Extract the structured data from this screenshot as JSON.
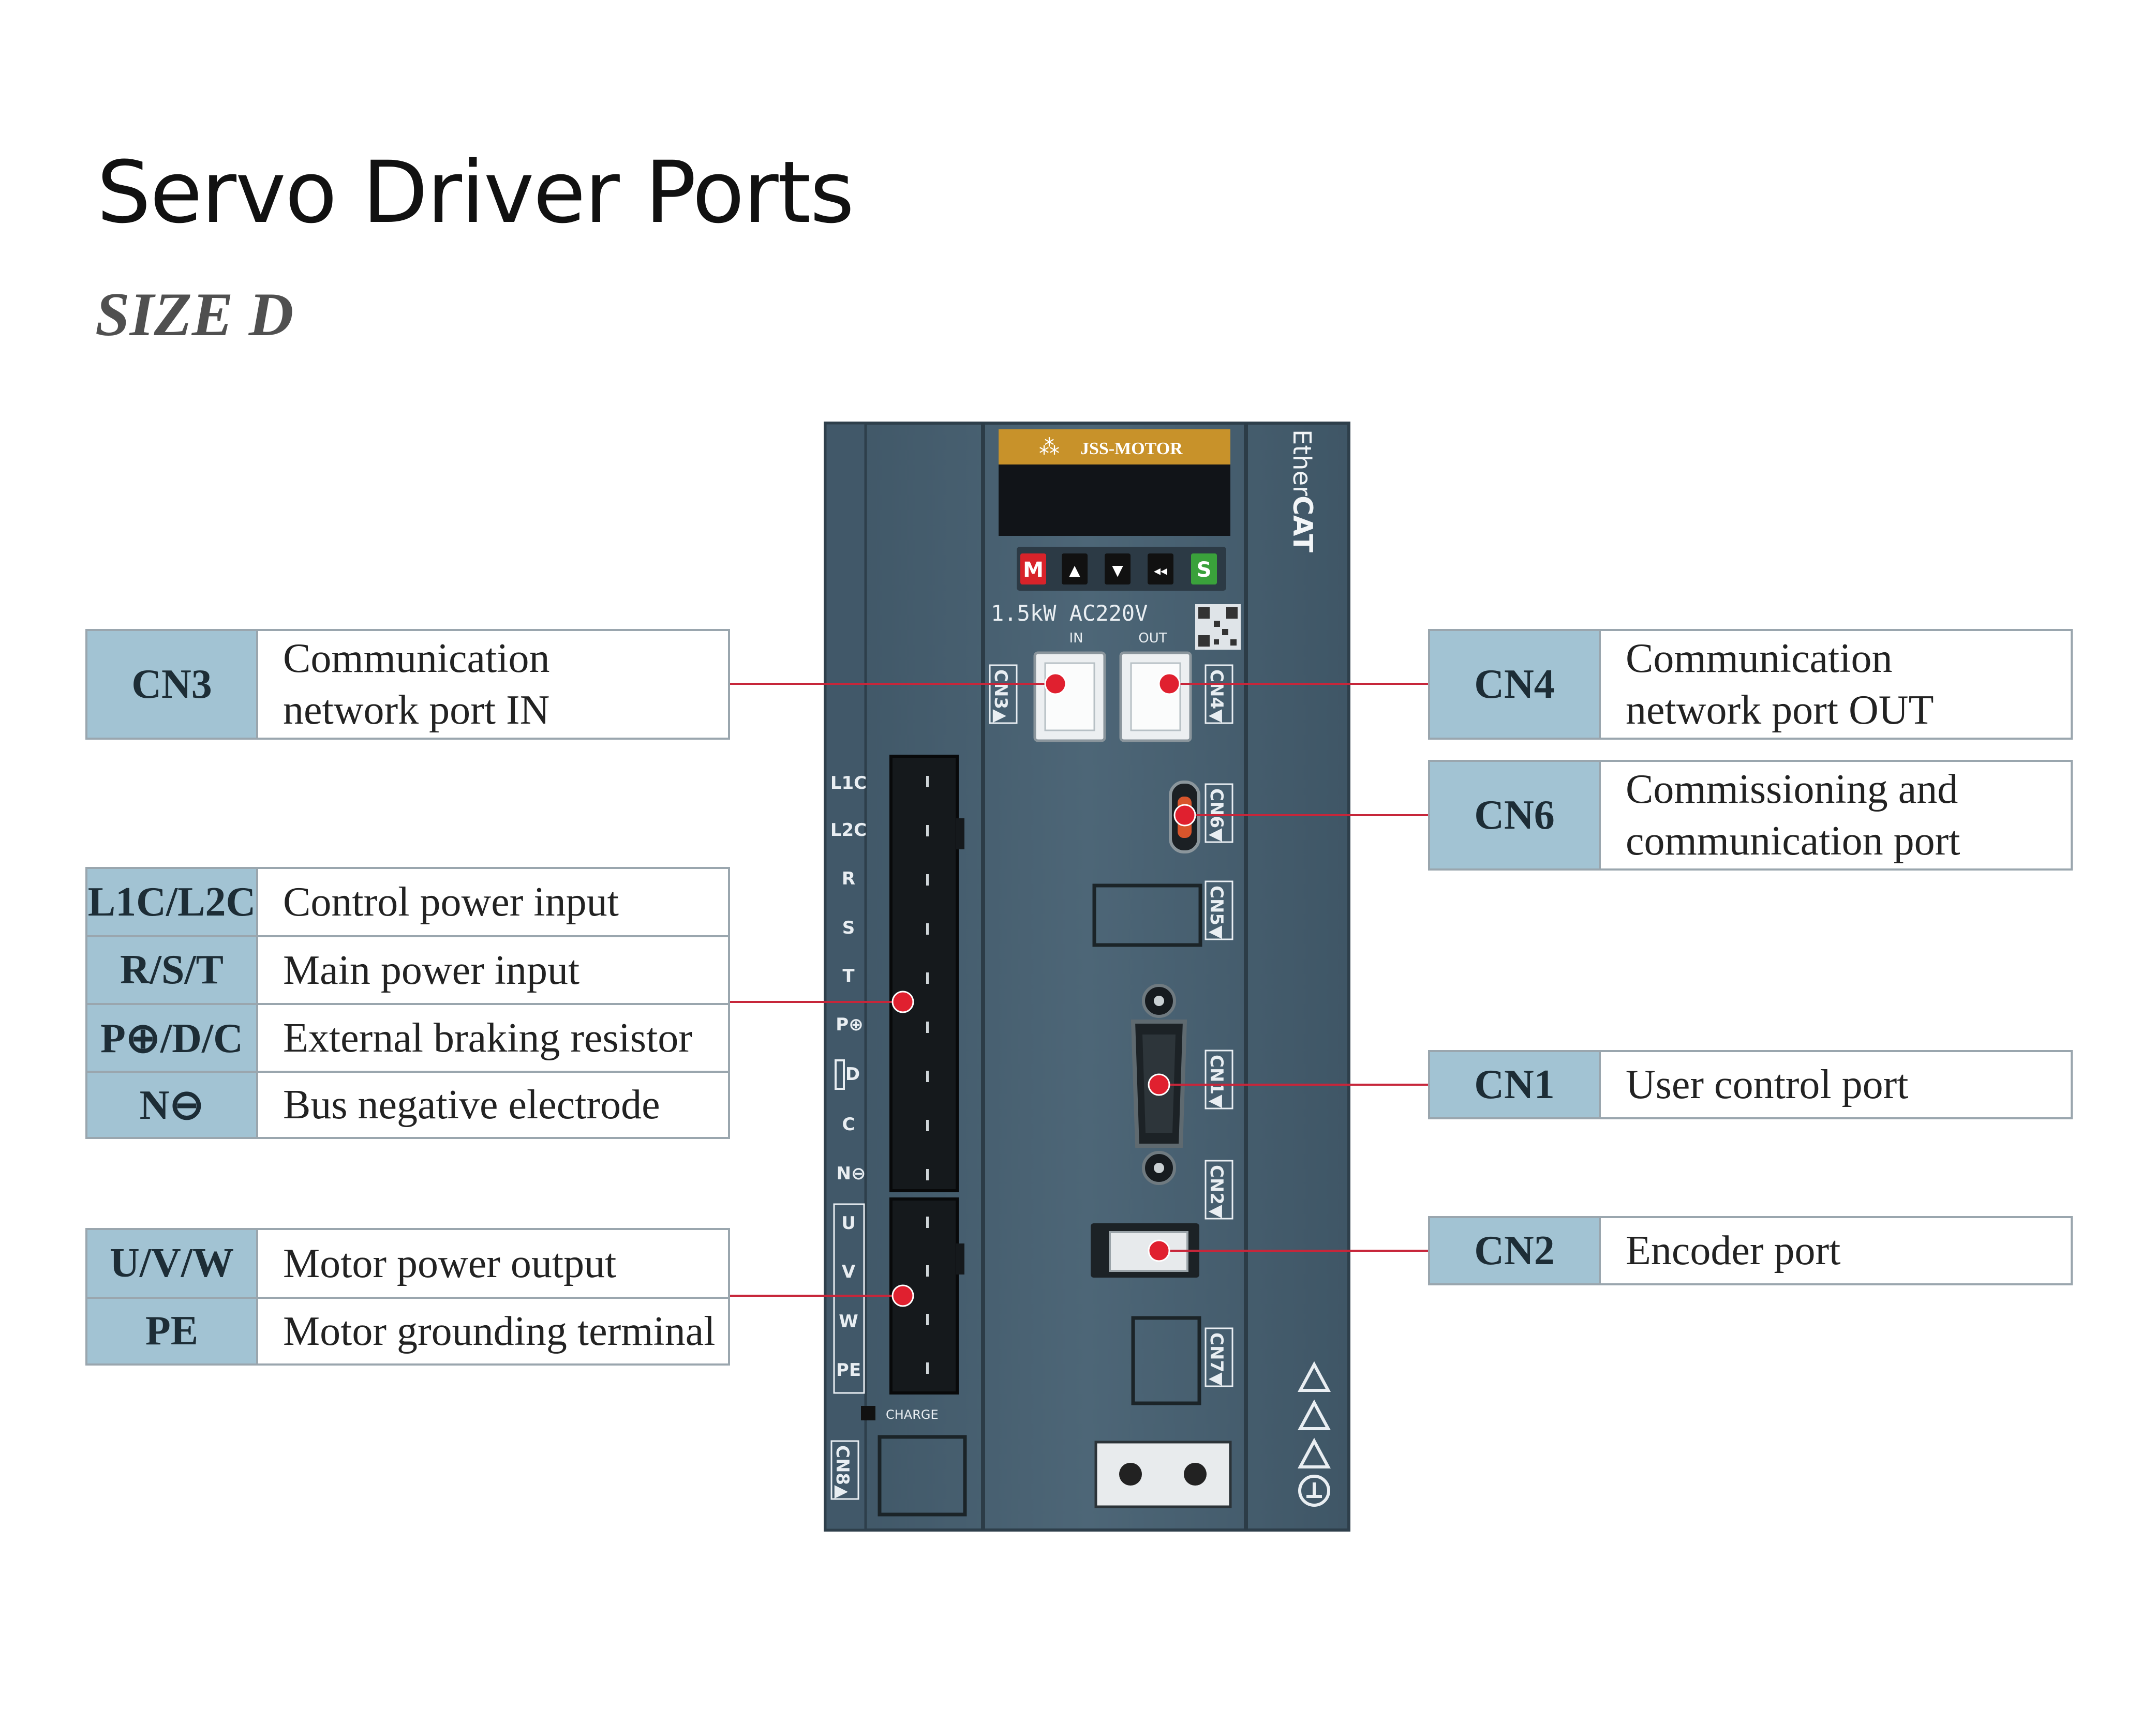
{
  "title": "Servo Driver Ports",
  "subtitle": "SIZE D",
  "left_groups": [
    {
      "rows": [
        {
          "code": "CN3",
          "desc": [
            "Communication",
            "network port IN"
          ]
        }
      ]
    },
    {
      "rows": [
        {
          "code": "L1C/L2C",
          "desc": [
            "Control power input"
          ]
        },
        {
          "code": "R/S/T",
          "desc": [
            "Main power input"
          ]
        },
        {
          "code": "P⊕/D/C",
          "desc": [
            "External braking resistor"
          ]
        },
        {
          "code": "N⊖",
          "desc": [
            "Bus negative electrode"
          ]
        }
      ]
    },
    {
      "rows": [
        {
          "code": "U/V/W",
          "desc": [
            "Motor power output"
          ]
        },
        {
          "code": "PE",
          "desc": [
            "Motor grounding terminal"
          ]
        }
      ]
    }
  ],
  "right_groups": [
    {
      "rows": [
        {
          "code": "CN4",
          "desc": [
            "Communication",
            "network port OUT"
          ]
        }
      ]
    },
    {
      "rows": [
        {
          "code": "CN6",
          "desc": [
            "Commissioning and",
            "communication port"
          ]
        }
      ]
    },
    {
      "rows": [
        {
          "code": "CN1",
          "desc": [
            "User control port"
          ]
        }
      ]
    },
    {
      "rows": [
        {
          "code": "CN2",
          "desc": [
            "Encoder port"
          ]
        }
      ]
    }
  ],
  "driver": {
    "brand": "JSS-MOTOR",
    "rating": "1.5kW AC220V",
    "ethercat_prefix": "Ether",
    "ethercat_suffix": "CAT",
    "port_in_label": "IN",
    "port_out_label": "OUT",
    "button_labels": [
      "M",
      "▲",
      "▼",
      "◂◂",
      "S"
    ],
    "terminal_labels": [
      "L1C",
      "L2C",
      "R",
      "S",
      "T",
      "P⊕",
      "D",
      "C",
      "N⊖",
      "U",
      "V",
      "W",
      "PE"
    ],
    "connector_labels": {
      "cn3": "CN3▲",
      "cn4": "CN4▼",
      "cn6": "CN6▼",
      "cn5": "CN5▼",
      "cn1": "CN1▼",
      "cn2": "CN2▼",
      "cn7": "CN7▼",
      "cn8": "CN8▲"
    },
    "charge_label": "CHARGE"
  },
  "colors": {
    "body": "#4b6374",
    "body_dark": "#3b4f5d",
    "line": "#c7263a",
    "dot": "#e0202f",
    "code_bg": "#a2c3d3",
    "brand_bar": "#c8922a",
    "btn_m": "#d8232a",
    "btn_s": "#3aa13b"
  }
}
